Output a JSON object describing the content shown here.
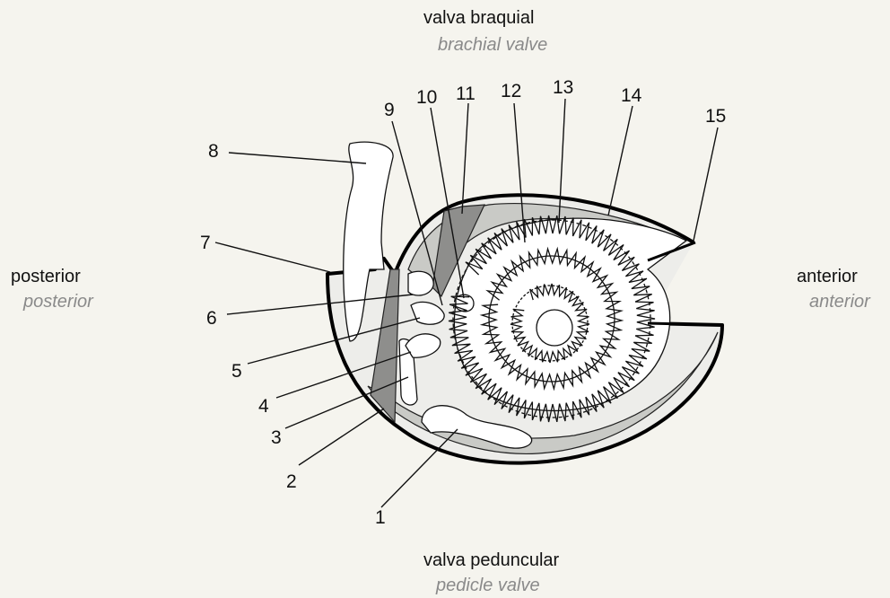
{
  "orientation": {
    "top": {
      "primary": "valva braquial",
      "secondary": "brachial valve"
    },
    "bottom": {
      "primary": "valva peduncular",
      "secondary": "pedicle valve"
    },
    "left": {
      "primary": "posterior",
      "secondary": "posterior"
    },
    "right": {
      "primary": "anterior",
      "secondary": "anterior"
    }
  },
  "callouts": [
    "1",
    "2",
    "3",
    "4",
    "5",
    "6",
    "7",
    "8",
    "9",
    "10",
    "11",
    "12",
    "13",
    "14",
    "15"
  ],
  "colors": {
    "background": "#f5f4ee",
    "shell_fill": "#ededea",
    "tissue_light": "#c9cac6",
    "tissue_dark": "#8e8e8c",
    "caption_secondary": "#8a8a8a"
  }
}
